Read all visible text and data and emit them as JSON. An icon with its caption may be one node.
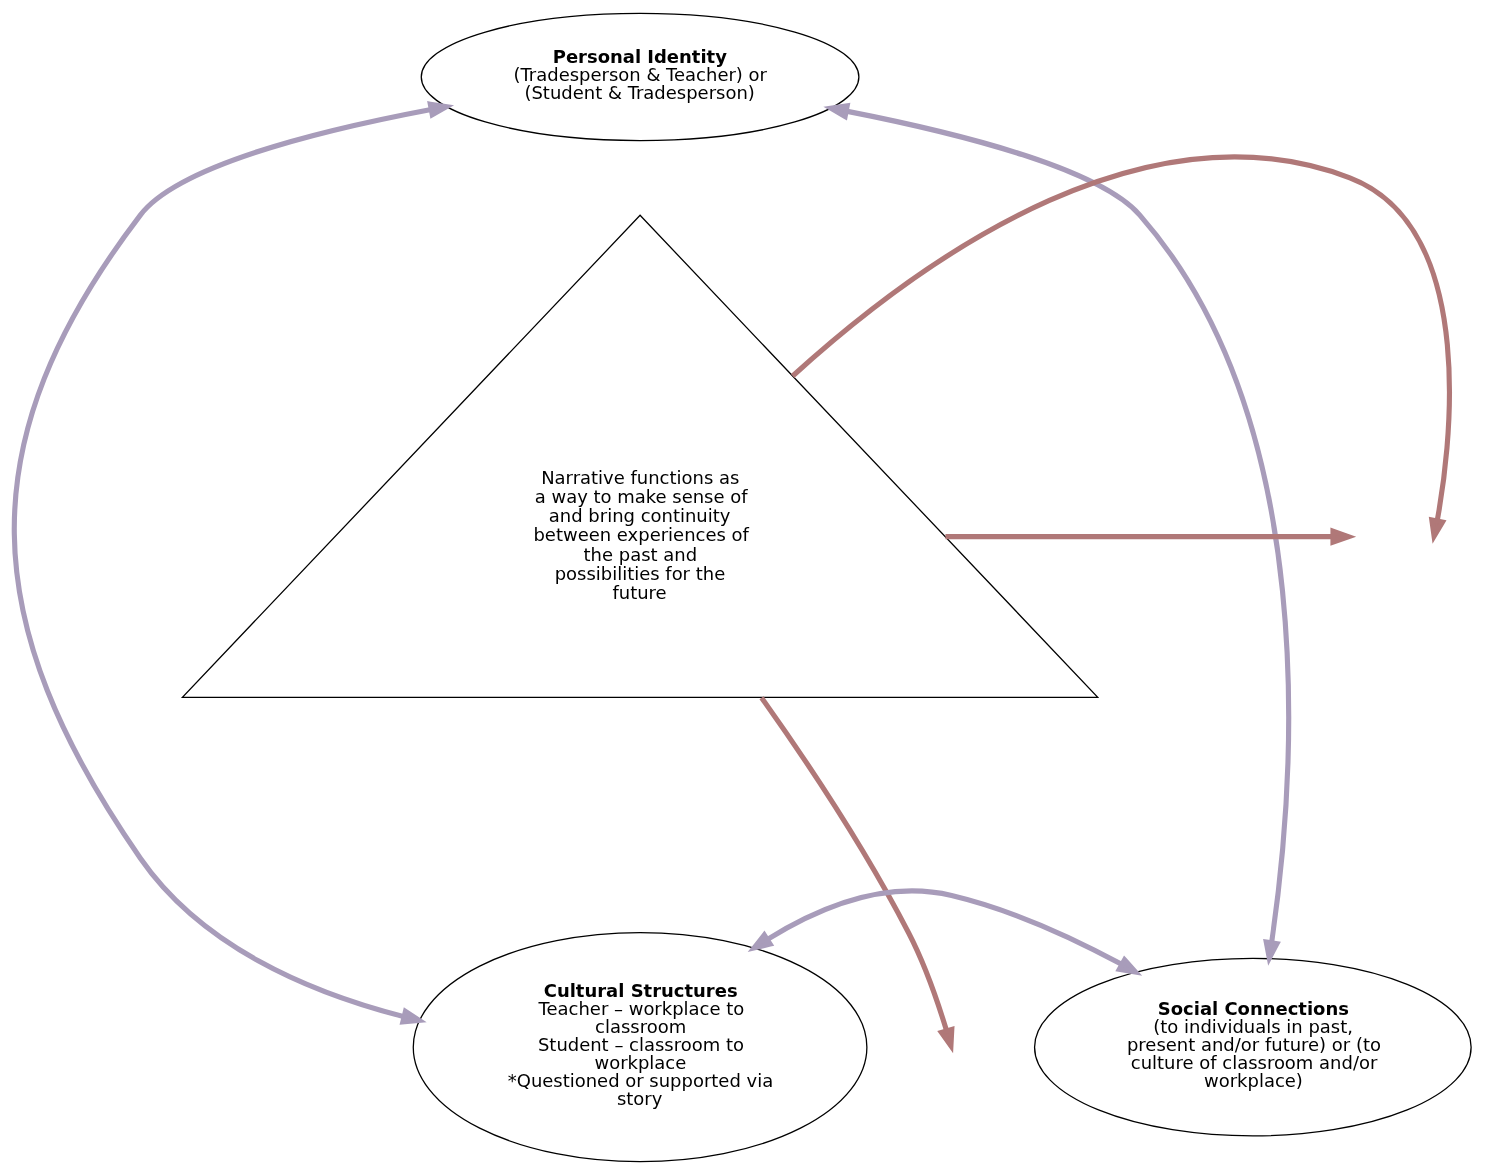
{
  "diagram": {
    "nodes": [
      {
        "text": [
          "Personal Identity",
          "(Tradesperson & Teacher) or (Student & Tradesperson)"
        ]
      },
      {
        "text": [
          "Narrative functions as a way to make sense of and bring continuity between experiences of the past and possibilities for the future"
        ]
      },
      {
        "text": [
          "Cultural Structures",
          "Teacher – workplace to classroom",
          "Student – classroom to workplace",
          "*Questioned or supported via story"
        ]
      },
      {
        "text": [
          "Social Connections",
          "(to individuals in past, present and/or future) or (to culture of classroom and/or workplace)"
        ]
      }
    ],
    "edges": [
      {
        "from": 0,
        "to": 2,
        "arrow": "both",
        "color": "#a89cba"
      },
      {
        "from": 0,
        "to": 3,
        "arrow": "both",
        "color": "#a89cba"
      },
      {
        "from": 1,
        "to": null,
        "arrow": "to",
        "color": "#b07878"
      },
      {
        "from": 1,
        "to": null,
        "arrow": "to",
        "color": "#b07878"
      },
      {
        "from": 1,
        "to": null,
        "arrow": "to",
        "color": "#b07878"
      },
      {
        "from": 2,
        "to": 3,
        "arrow": "both",
        "color": "#a89cba"
      }
    ]
  }
}
